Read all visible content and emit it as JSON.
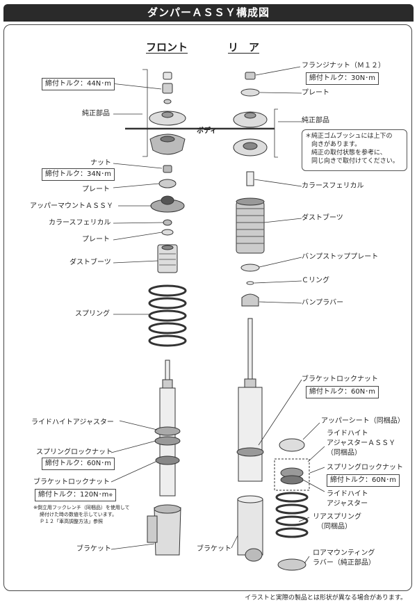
{
  "title": "ダンパーＡＳＳＹ構成図",
  "headings": {
    "front": "フロント",
    "rear": "リ　ア"
  },
  "body_label": "ボディ",
  "front": {
    "torque_top": "締付トルク：44N･m",
    "genuine": "純正部品",
    "nut": "ナット",
    "torque_nut": "締付トルク：34N･m",
    "plate1": "プレート",
    "upper_mount": "アッパーマウントＡＳＳＹ",
    "collar": "カラースフェリカル",
    "plate2": "プレート",
    "dust_boot": "ダストブーツ",
    "spring": "スプリング",
    "ride_height": "ライドハイトアジャスター",
    "spring_lock_nut": "スプリングロックナット",
    "torque_spring_lock": "締付トルク：60N･m",
    "bracket_lock_nut": "ブラケットロックナット",
    "torque_bracket_lock": "締付トルク：120N･m",
    "torque_mark": "※",
    "note_lines": [
      "※倒立用フックレンチ（同梱品）を使用して",
      "締付けた時の数値を示しています。",
      "Ｐ１２「車高調整方法」参照"
    ],
    "bracket": "ブラケット"
  },
  "rear": {
    "flange_nut": "フランジナット（Ｍ１２）",
    "torque_flange": "締付トルク：30N･m",
    "plate": "プレート",
    "genuine": "純正部品",
    "note_lines": [
      "＊純正ゴムブッシュには上下の",
      "　向きがあります。",
      "　純正の取付状態を参考に、",
      "　同じ向きで取付けてください。"
    ],
    "collar": "カラースフェリカル",
    "dust_boot": "ダストブーツ",
    "bump_stop_plate": "バンプストッププレート",
    "c_ring": "Ｃリング",
    "bump_rubber": "バンプラバー",
    "bracket_lock_nut": "ブラケットロックナット",
    "torque_bracket_lock": "締付トルク：60N･m",
    "upper_seat": "アッパーシート（同梱品）",
    "ride_height_assy": [
      "ライドハイト",
      "アジャスターＡＳＳＹ",
      "（同梱品）"
    ],
    "spring_lock_nut": "スプリングロックナット",
    "torque_spring_lock": "締付トルク：60N･m",
    "ride_height": [
      "ライドハイト",
      "アジャスター"
    ],
    "bracket": "ブラケット",
    "rear_spring": [
      "リアスプリング",
      "（同梱品）"
    ],
    "lower_mount": [
      "ロアマウンティング",
      "ラバー（純正部品）"
    ]
  },
  "footer": "イラストと実際の製品とは形状が異なる場合があります。"
}
